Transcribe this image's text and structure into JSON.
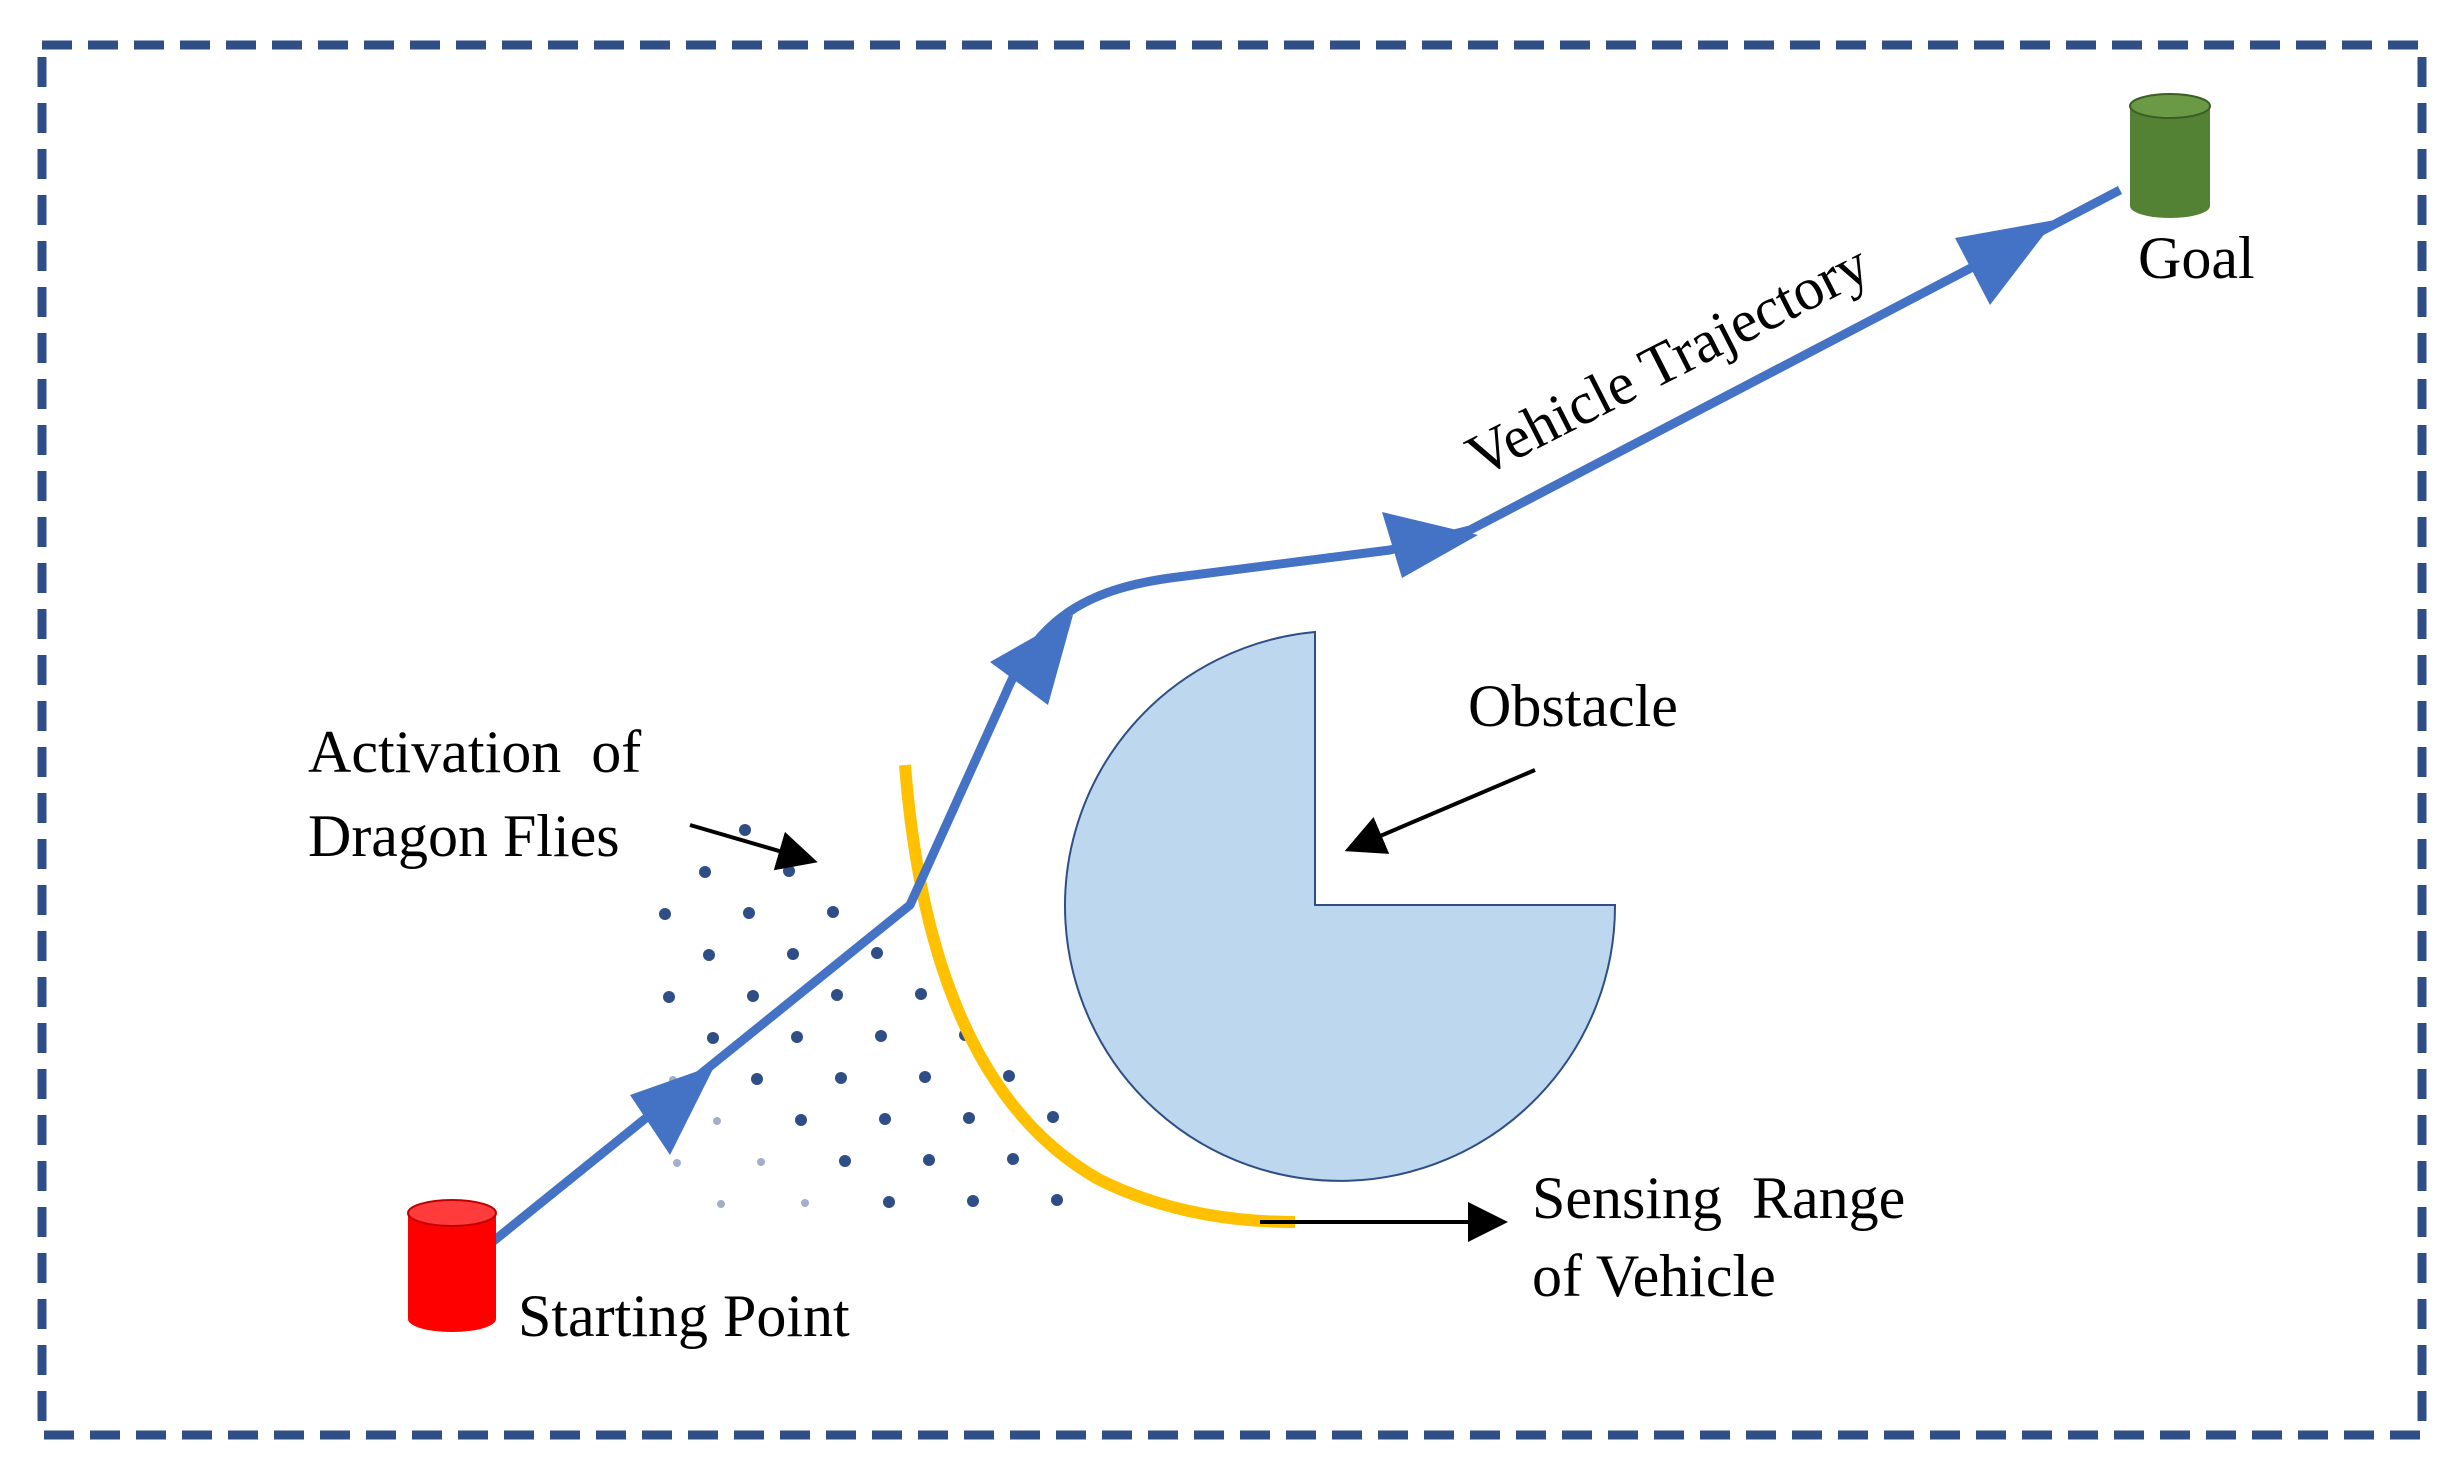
{
  "labels": {
    "activation_line1": "Activation  of",
    "activation_line2": "Dragon Flies",
    "obstacle": "Obstacle",
    "sensing_line1": "Sensing  Range",
    "sensing_line2": "of Vehicle",
    "starting_point": "Starting Point",
    "goal": "Goal",
    "trajectory": "Vehicle Trajectory"
  },
  "colors": {
    "frame": "#2f4e86",
    "trajectory": "#4472c4",
    "obstacle_fill": "#bdd7ee",
    "obstacle_stroke": "#2f4e86",
    "sensing_arc": "#ffc000",
    "start_marker": "#ff0000",
    "goal_marker": "#548235",
    "dragonflies": "#2f4e86",
    "text": "#000000"
  }
}
